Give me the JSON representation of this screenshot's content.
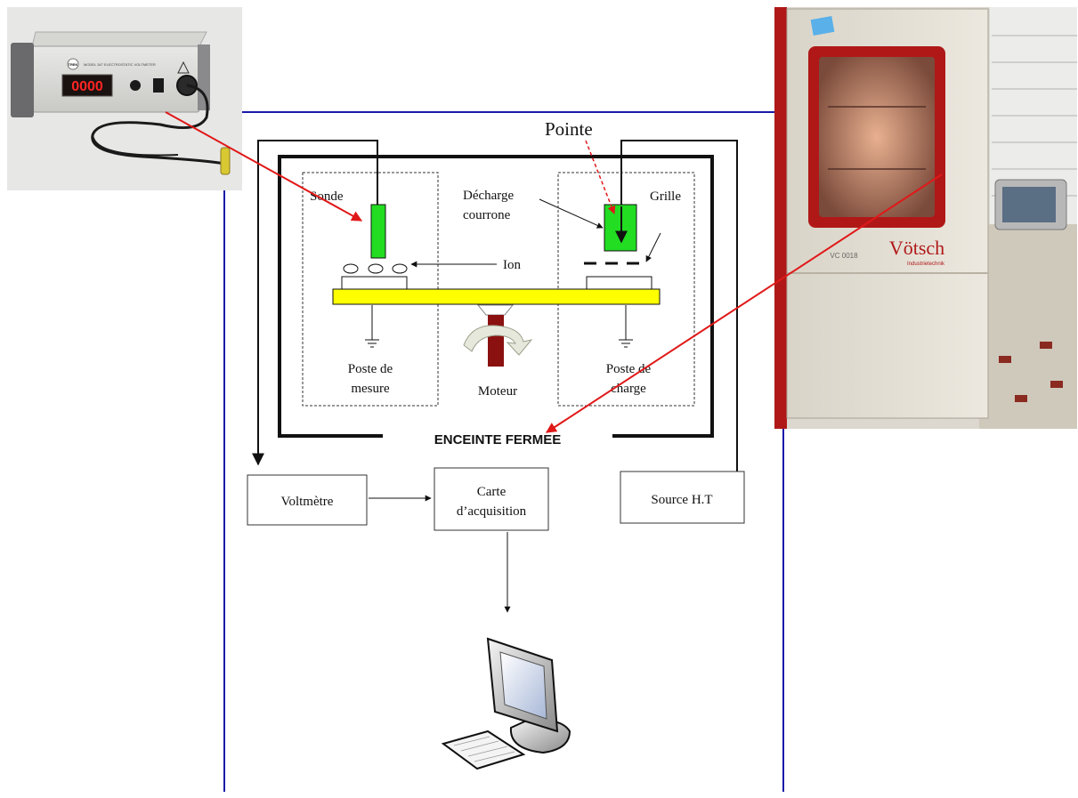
{
  "colors": {
    "frame_blue": "#1a1aa8",
    "link_red": "#e01818",
    "enclosure": "#111111",
    "carousel_yellow": "#ffff00",
    "probe_green": "#22dd22",
    "motor_shaft": "#8b1010",
    "chamber_red": "#b01818"
  },
  "diagram": {
    "enclosure_label": "ENCEINTE FERMEE",
    "measure_station": {
      "label_line1": "Poste de",
      "label_line2": "mesure",
      "probe_label": "Sonde",
      "ion_label": "Ion",
      "ground_icon": "ground-symbol-icon"
    },
    "charge_station": {
      "label_line1": "Poste de",
      "label_line2": "charge",
      "discharge_line1": "Décharge",
      "discharge_line2": "courrone",
      "grid_label": "Grille",
      "tip_label": "Pointe",
      "ground_icon": "ground-symbol-icon"
    },
    "motor_label": "Moteur",
    "motor_icon": "rotation-arrow-icon",
    "blocks": {
      "voltmeter": "Voltmètre",
      "acq_line1": "Carte",
      "acq_line2": "d’acquisition",
      "hv_source": "Source H.T"
    },
    "computer_icon": "desktop-computer-icon"
  },
  "photos": {
    "electrometer": {
      "display": "0000",
      "brand": "TREK",
      "model": "MODEL 347 ELECTROSTATIC VOLTMETER"
    },
    "chamber": {
      "brand": "Vötsch",
      "brand_sub": "Industrietechnik",
      "model": "VC 0018"
    }
  }
}
